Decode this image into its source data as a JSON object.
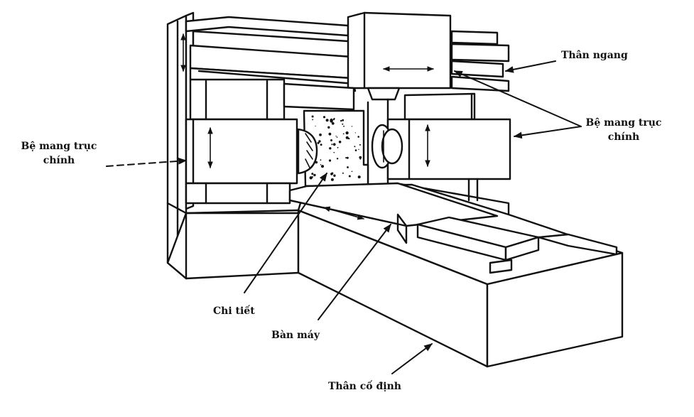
{
  "diagram": {
    "subject": "Máy phay / máy gia công với thân ngang và hai bệ mang trục chính",
    "labels": {
      "horizontal_body": "Thân ngang",
      "spindle_carrier_right_line1": "Bệ mang trục",
      "spindle_carrier_right_line2": "chính",
      "spindle_carrier_left_line1": "Bệ mang trục",
      "spindle_carrier_left_line2": "chính",
      "workpiece": "Chi tiết",
      "machine_table": "Bàn máy",
      "fixed_body": "Thân cố định"
    },
    "motion_indicators": [
      {
        "component": "Thân ngang head",
        "direction": "horizontal"
      },
      {
        "component": "Left spindle carrier",
        "direction": "vertical"
      },
      {
        "component": "Right spindle carrier",
        "direction": "vertical"
      },
      {
        "component": "Left column",
        "direction": "vertical"
      },
      {
        "component": "Bàn máy",
        "direction": "horizontal"
      }
    ],
    "colors": {
      "ink": "#111111",
      "background": "#ffffff"
    }
  }
}
